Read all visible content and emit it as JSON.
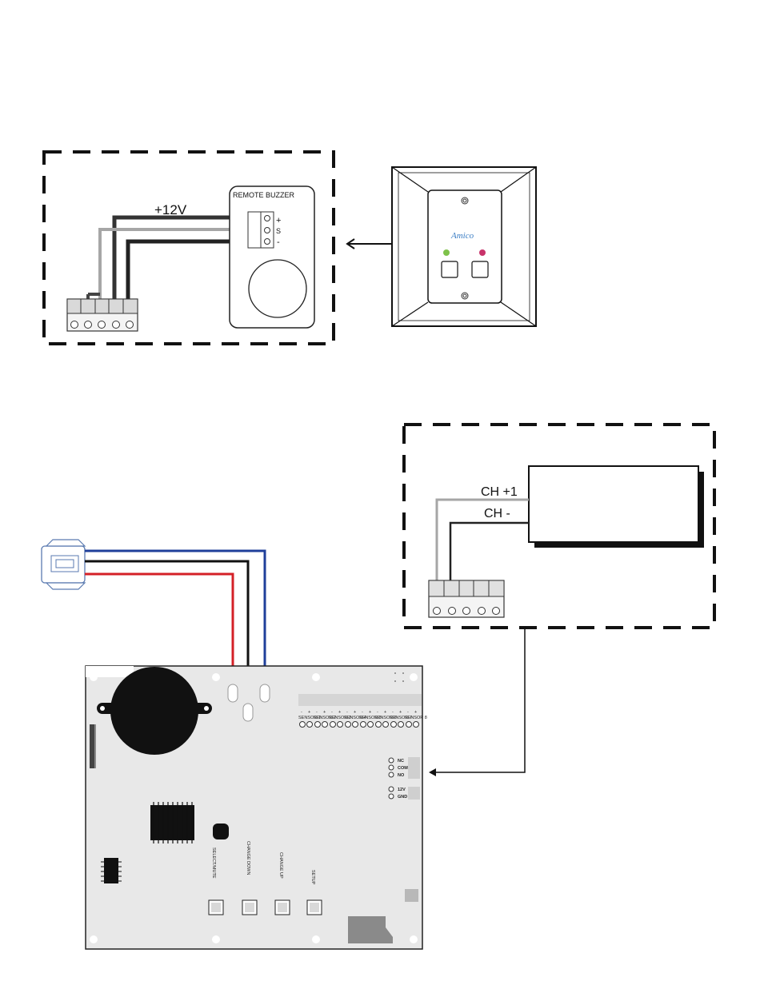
{
  "remote_buzzer": {
    "title": "REMOTE BUZZER",
    "supply_label": "+12V",
    "terminals": [
      "+",
      "S",
      "-"
    ]
  },
  "panel": {
    "logo": "Amico",
    "indicators": [
      {
        "color": "#7ec24a"
      },
      {
        "color": "#c8336a"
      }
    ]
  },
  "relay_device": {
    "channels": [
      "CH +1",
      "CH -"
    ]
  },
  "board": {
    "buttons": [
      "SELECT/MUTE",
      "CHANGE DOWN",
      "CHANGE UP",
      "SETUP"
    ],
    "relay_terminals": [
      "NC",
      "COM",
      "NO"
    ],
    "power_terminals": [
      "12V",
      "GND"
    ],
    "sensor_labels": [
      "SENSOR 1",
      "SENSOR 2",
      "SENSOR 3",
      "SENSOR 4",
      "SENSOR 5",
      "SENSOR 6",
      "SENSOR 7",
      "SENSOR 8"
    ],
    "sensor_polarity": [
      "-",
      "+"
    ]
  },
  "wire_colors": {
    "positive": "#d42027",
    "signal": "#1f3f9a",
    "ground": "#111111",
    "gray": "#a6a6a6",
    "dark": "#333333"
  }
}
